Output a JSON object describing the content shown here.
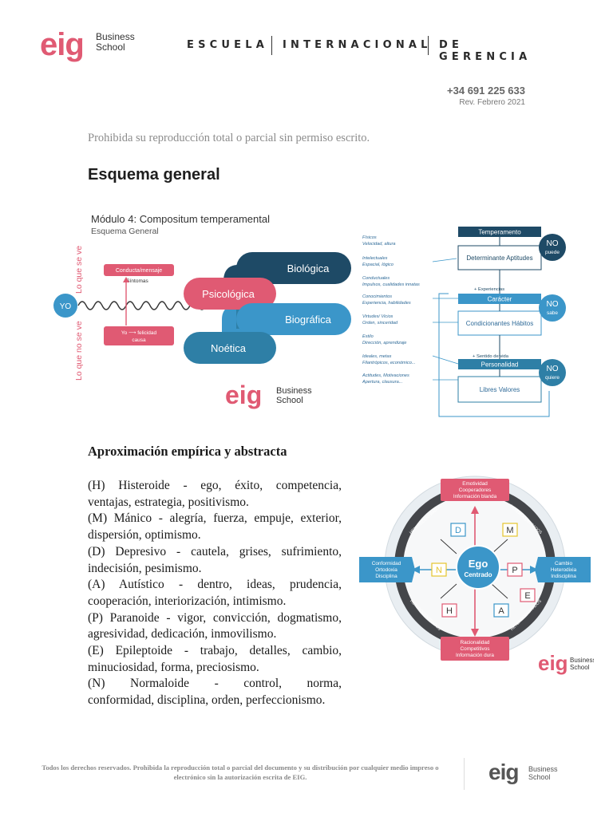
{
  "header": {
    "logo": {
      "mark": "eig",
      "line1": "Business",
      "line2": "School"
    },
    "nav": [
      "ESCUELA",
      "INTERNACIONAL",
      "DE GERENCIA"
    ]
  },
  "contact": {
    "phone": "+34 691 225 633",
    "revision": "Rev. Febrero 2021"
  },
  "notice": "Prohibida su reproducción total o parcial sin permiso escrito.",
  "page_title": "Esquema general",
  "module_figure": {
    "title": "Módulo 4: Compositum temperamental",
    "subtitle": "Esquema General",
    "yo": "YO",
    "lo_que_se_ve": "Lo que se ve",
    "lo_que_no_se_ve": "Lo que no se ve",
    "conducta": "Conducta/mensaje",
    "sintomas": "Síntomas",
    "yo_felicidad": "Yo ⟶ felicidad",
    "causa": "causa",
    "pills": [
      "Biológica",
      "Psicológica",
      "Biográfica",
      "Noética"
    ],
    "logo": {
      "mark": "eig",
      "line1": "Business",
      "line2": "School"
    }
  },
  "flow_figure": {
    "left_notes": [
      [
        "Físicos",
        "Velocidad, altura"
      ],
      [
        "Intelectuales",
        "Espacial, lógico"
      ],
      [
        "Conductuales",
        "Impulsos, cualidades innatas"
      ],
      [
        "Conocimientos",
        "Experiencia, habilidades"
      ],
      [
        "Virtudes/ Vicios",
        "Orden, sinceridad"
      ],
      [
        "Estilo",
        "Dirección, aprendizaje"
      ],
      [
        "Ideales, metas",
        "Filantrópicos, económico..."
      ],
      [
        "Actitudes, Motivaciones",
        "Apertura, clausura..."
      ]
    ],
    "boxes": [
      "Temperamento",
      "Determinante Aptitudes",
      "Carácter",
      "Condicionantes Hábitos",
      "Personalidad",
      "Libres Valores"
    ],
    "connectors": [
      "+ Experiencias",
      "+ Sentido de vida"
    ],
    "circles": [
      [
        "NO",
        "puede"
      ],
      [
        "NO",
        "sabe"
      ],
      [
        "NO",
        "quiere"
      ]
    ]
  },
  "section_title": "Aproximación empírica y abstracta",
  "list_lines": [
    "(H) Histeroide - ego, éxito, competencia,",
    "ventajas, estrategia, positivismo.",
    "(M) Mánico - alegría, fuerza, empuje, exterior,",
    "dispersión, optimismo.",
    "(D) Depresivo - cautela, grises, sufrimiento,",
    "indecisión, pesimismo.",
    "(A) Autístico - dentro, ideas, prudencia,",
    "cooperación, interiorización, intimismo.",
    "(P) Paranoide - vigor, convicción, dogmatismo,",
    "agresividad, dedicación, inmovilismo.",
    "(E) Epileptoide - trabajo, detalles, cambio,",
    "minuciosidad, forma, preciosismo.",
    "(N) Normaloide - control, norma,",
    "conformidad, disciplina, orden, perfeccionismo."
  ],
  "circle_figure": {
    "top": [
      "Emotividad",
      "Cooperadores",
      "Información blanda"
    ],
    "bottom": [
      "Racionalidad",
      "Competitivos",
      "Información dura"
    ],
    "left": [
      "Conformidad",
      "Ortodoxia",
      "Disciplina"
    ],
    "right": [
      "Cambio",
      "Heterodixia",
      "Indisciplina"
    ],
    "center": [
      "Ego",
      "Centrado"
    ],
    "ring_labels": [
      "HETEROCENTRADOS",
      "HETEROCENTRADOS",
      "HETEROCENTRADOS",
      "HETEROCENTRADOS"
    ],
    "letters": [
      "D",
      "M",
      "N",
      "P",
      "H",
      "A",
      "E"
    ],
    "logo": {
      "mark": "eig",
      "line1": "Business",
      "line2": "School"
    }
  },
  "footer": {
    "legal": "Todos los derechos reservados. Prohibida la reproducción total o parcial del documento y su distribución por cualquier medio impreso o electrónico sin la autorización escrita de EIG.",
    "logo": {
      "mark": "eig",
      "line1": "Business",
      "line2": "School"
    }
  },
  "colors": {
    "brand_pink": "#e05a73",
    "navy": "#1e4a66",
    "blue": "#3b96c9",
    "teal": "#2e7fa6"
  }
}
